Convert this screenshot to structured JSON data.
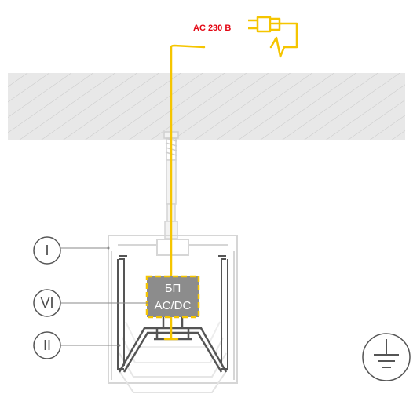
{
  "supply": {
    "voltage_label": "AC 230 В"
  },
  "callouts": [
    {
      "label": "I"
    },
    {
      "label": "VI"
    },
    {
      "label": "II"
    }
  ],
  "psu": {
    "line1": "БП",
    "line2": "AC/DC"
  },
  "colors": {
    "cable": "#f5c500",
    "cable_hot": "#e30613",
    "voltage_text": "#e30613",
    "ceiling_fill": "#e6e6e6",
    "ceiling_hatch": "#c8c8c8",
    "profile_outline": "#d2d2d2",
    "diffuser": "#555555",
    "psu_fill": "#8c8c8c",
    "psu_border": "#f5c500",
    "callout_stroke": "#555555"
  },
  "icons": [
    "plug-icon",
    "ground-icon"
  ]
}
